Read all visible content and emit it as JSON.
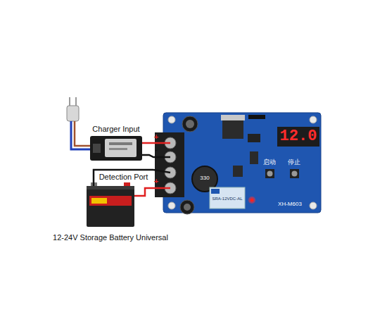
{
  "diagram": {
    "nodes": [
      {
        "text": [
          "Charger Input"
        ]
      },
      {
        "text": [
          "12.0",
          "启动",
          "停止",
          "330",
          "SRA-12VDC-AL",
          "XH-M603"
        ]
      },
      {
        "text": [
          "12-24V Storage Battery Universal"
        ]
      }
    ],
    "edges": [
      {
        "from": 0,
        "to": 1,
        "arrow": "none"
      },
      {
        "from": 2,
        "to": 1,
        "label": "Detection Port",
        "arrow": "none"
      }
    ],
    "labels": [
      "+",
      "-",
      "+"
    ]
  }
}
